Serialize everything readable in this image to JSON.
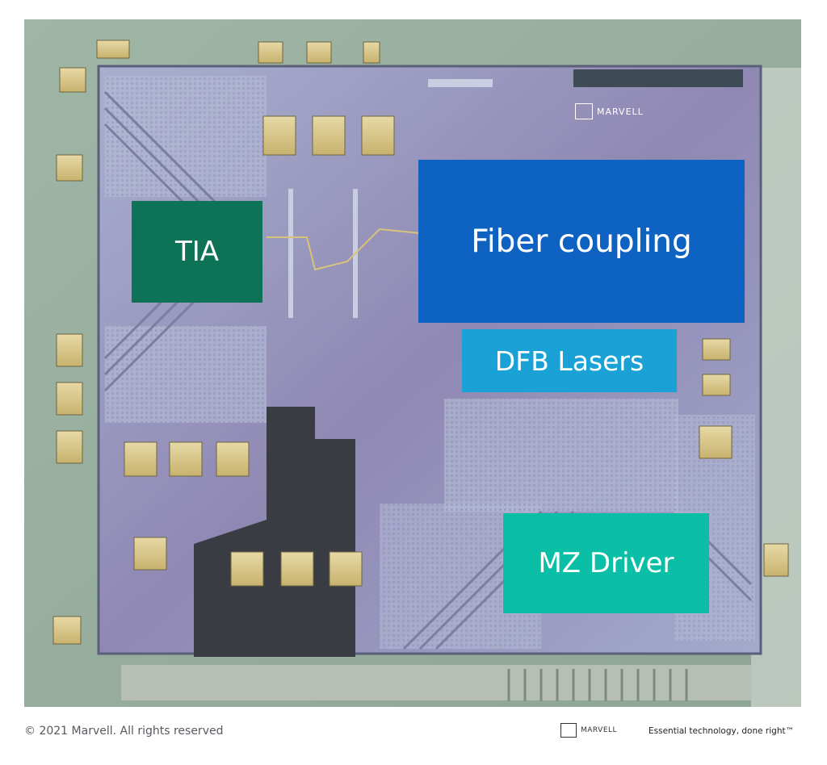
{
  "labels": {
    "tia": "TIA",
    "fiber_coupling": "Fiber coupling",
    "dfb_lasers": "DFB Lasers",
    "mz_driver": "MZ Driver"
  },
  "chip_logo_text": "MARVELL",
  "footer": {
    "copyright": "© 2021 Marvell. All rights reserved",
    "brand": "MARVELL",
    "tagline": "Essential technology, done right™"
  },
  "colors": {
    "tia": "#0e7256",
    "fiber_coupling": "#0d62c2",
    "dfb_lasers": "#1aa2d6",
    "mz_driver": "#0bbfa7"
  }
}
